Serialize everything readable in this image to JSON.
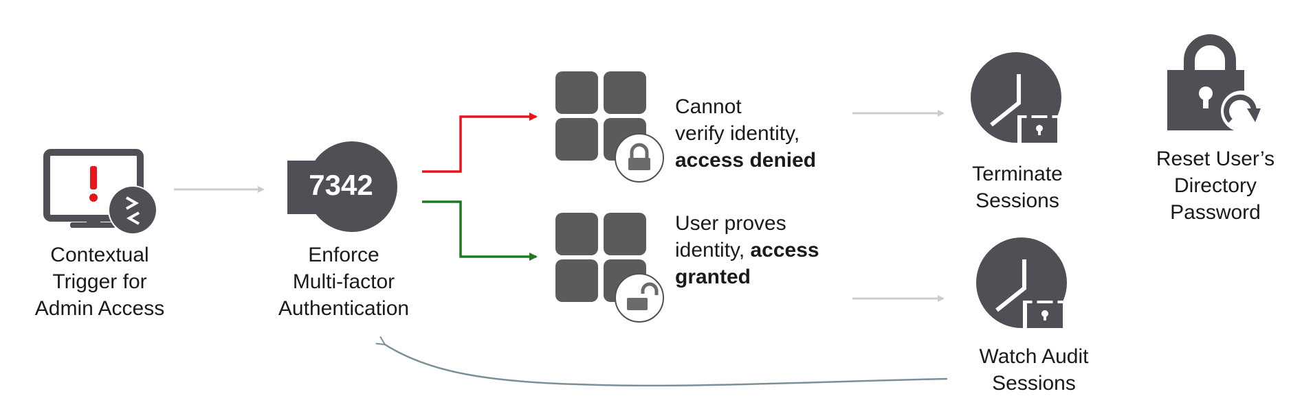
{
  "colors": {
    "icon": "#4f4f55",
    "tile": "#5b5b5b",
    "deny": "#e8141c",
    "grant": "#1f7a1f",
    "flow_arrow": "#cccccc",
    "loop_arrow": "#7b8f99",
    "alert": "#e8141c",
    "text": "#1a1a1a"
  },
  "steps": {
    "trigger": {
      "icon": "monitor-alert-icon",
      "line1": "Contextual",
      "line2": "Trigger for",
      "line3": "Admin Access"
    },
    "mfa": {
      "icon": "otp-code-icon",
      "code": "7342",
      "line1": "Enforce",
      "line2": "Multi-factor",
      "line3": "Authentication"
    }
  },
  "outcomes": {
    "denied": {
      "icon": "app-grid-locked-icon",
      "line1": "Cannot",
      "line2": "verify identity,",
      "line3_bold": "access denied"
    },
    "granted": {
      "icon": "app-grid-unlocked-icon",
      "line1": "User proves",
      "line2_pre": "identity, ",
      "line2_bold": "access",
      "line3_bold": "granted"
    }
  },
  "actions": {
    "terminate": {
      "icon": "clock-lock-icon",
      "line1": "Terminate",
      "line2": "Sessions"
    },
    "reset": {
      "icon": "padlock-refresh-icon",
      "line1": "Reset User’s",
      "line2": "Directory",
      "line3": "Password"
    },
    "watch": {
      "icon": "clock-lock-icon",
      "line1": "Watch Audit",
      "line2": "Sessions"
    }
  }
}
